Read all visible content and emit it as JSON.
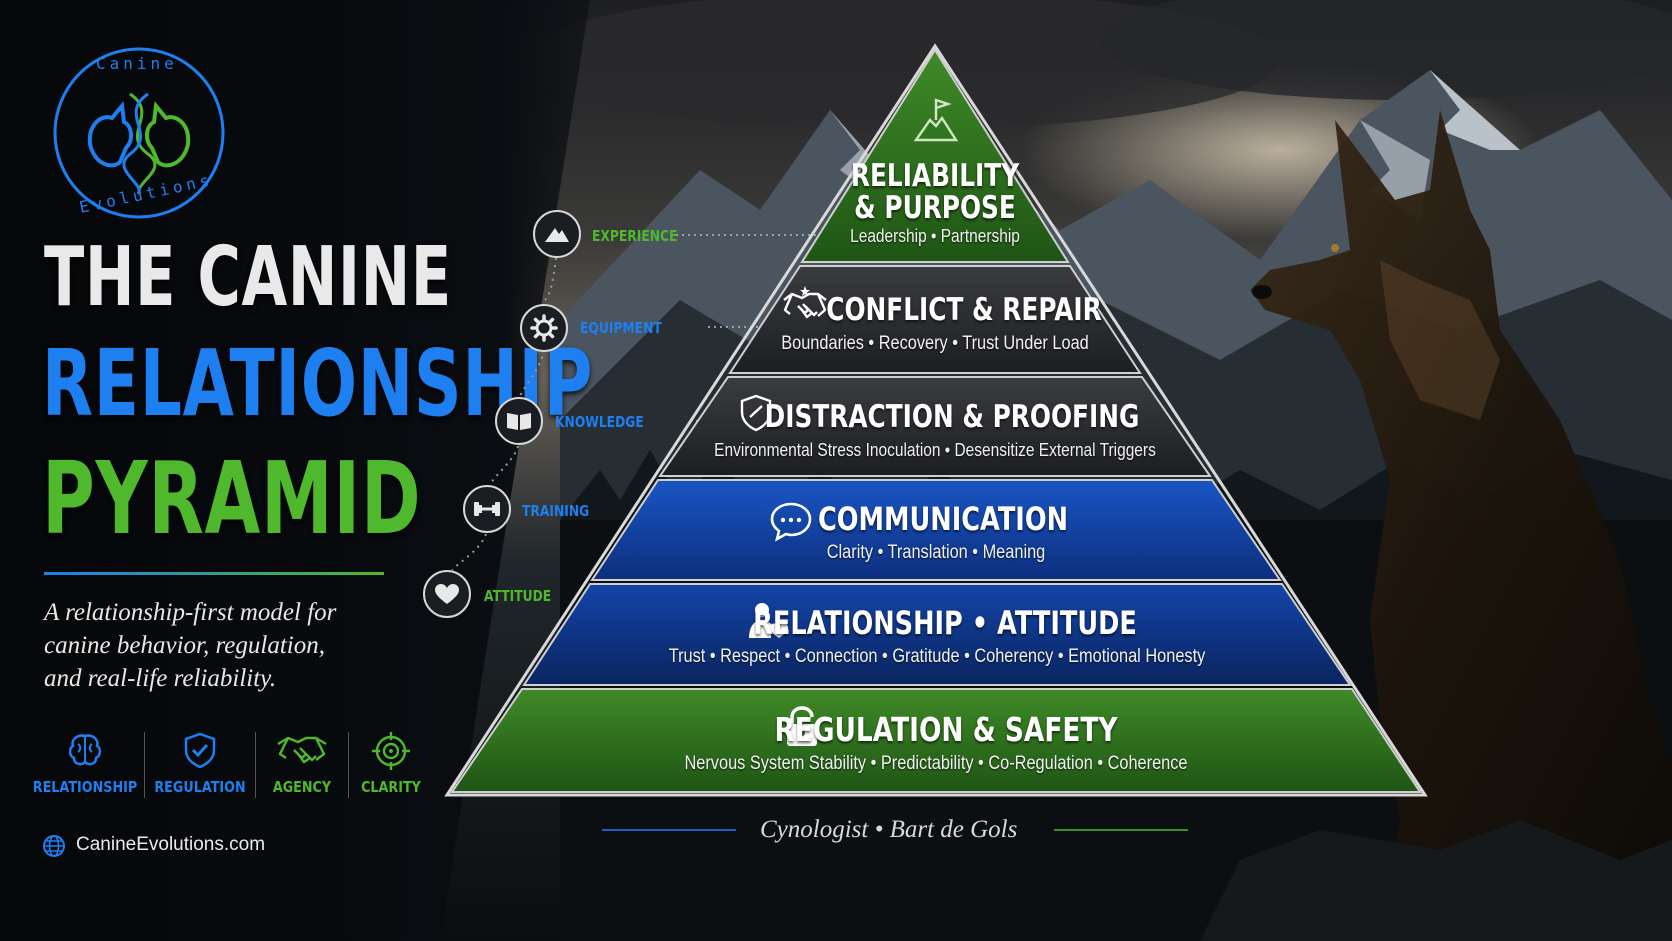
{
  "logo": {
    "text_top": "Canine",
    "text_bottom": "Evolutions"
  },
  "title": {
    "line1": "THE CANINE",
    "line2": "RELATIONSHIP",
    "line3": "PYRAMID"
  },
  "tagline": [
    "A relationship-first model for",
    "canine behavior, regulation,",
    "and real-life reliability."
  ],
  "features": [
    {
      "label": "RELATIONSHIP",
      "icon": "brain-icon"
    },
    {
      "label": "REGULATION",
      "icon": "shield-check-icon"
    },
    {
      "label": "AGENCY",
      "icon": "handshake-icon"
    },
    {
      "label": "CLARITY",
      "icon": "target-icon"
    }
  ],
  "website": "CanineEvolutions.com",
  "side_steps": [
    {
      "label": "EXPERIENCE",
      "icon": "mountain-icon"
    },
    {
      "label": "EQUIPMENT",
      "icon": "gear-icon"
    },
    {
      "label": "KNOWLEDGE",
      "icon": "book-icon"
    },
    {
      "label": "TRAINING",
      "icon": "dumbbell-icon"
    },
    {
      "label": "ATTITUDE",
      "icon": "heart-icon"
    }
  ],
  "pyramid": [
    {
      "title_line1": "RELIABILITY",
      "title_line2": "& PURPOSE",
      "subtitle": "Leadership • Partnership",
      "icon": "flag-summit-icon"
    },
    {
      "title": "CONFLICT & REPAIR",
      "subtitle": "Boundaries • Recovery • Trust Under Load",
      "icon": "handshake-icon"
    },
    {
      "title": "DISTRACTION & PROOFING",
      "subtitle": "Environmental Stress Inoculation • Desensitize External Triggers",
      "icon": "shield-icon"
    },
    {
      "title": "COMMUNICATION",
      "subtitle": "Clarity • Translation • Meaning",
      "icon": "chat-bubble-icon"
    },
    {
      "title": "RELATIONSHIP • ATTITUDE",
      "subtitle": "Trust • Respect • Connection • Gratitude • Coherency • Emotional Honesty",
      "icon": "person-heart-icon"
    },
    {
      "title": "REGULATION & SAFETY",
      "subtitle": "Nervous System Stability • Predictability • Co-Regulation • Coherence",
      "icon": "lock-icon"
    }
  ],
  "credit": "Cynologist • Bart de Gols",
  "colors": {
    "blue": "#1d7ff0",
    "green": "#4fb82c",
    "green_layer": "#2a6e1e",
    "blue_layer": "#123d9a",
    "dark_layer": "#2a2c30"
  }
}
